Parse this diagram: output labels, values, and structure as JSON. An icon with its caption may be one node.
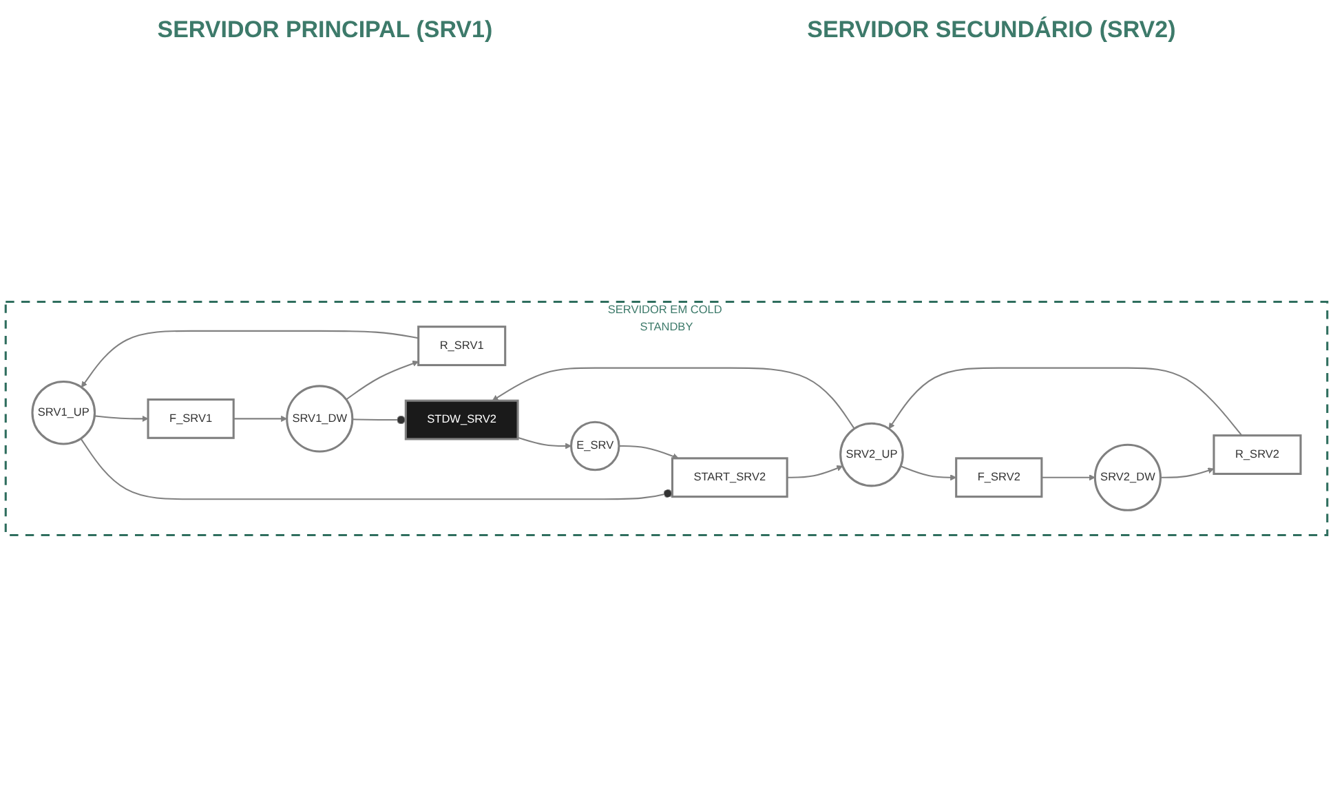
{
  "diagram": {
    "nodes": [
      {
        "text": [
          "SERVIDOR EM COLD STANDBY"
        ]
      },
      {
        "text": [
          "SRV1_UP"
        ],
        "in": 0
      },
      {
        "text": [
          "R_SRV1"
        ],
        "in": 0
      },
      {
        "text": [
          "F_SRV1"
        ],
        "in": 0
      },
      {
        "text": [
          "SRV1_DW"
        ],
        "in": 0
      },
      {
        "text": [
          "STDW_SRV2"
        ],
        "in": 0
      },
      {
        "text": [
          "SRV2_UP"
        ],
        "in": 0
      },
      {
        "text": [
          "START_SRV2"
        ],
        "in": 0
      },
      {
        "text": [
          "R_SRV2"
        ],
        "in": 0
      },
      {
        "text": [
          "F_SRV2"
        ],
        "in": 0
      },
      {
        "text": [
          "SRV2_DW"
        ],
        "in": 0
      },
      {
        "text": [
          "E_SRV"
        ],
        "in": 0
      }
    ],
    "edges": [
      {
        "from": 1,
        "to": 3,
        "arrow": "to"
      },
      {
        "from": 3,
        "to": 4,
        "arrow": "to"
      },
      {
        "from": 4,
        "to": 2,
        "arrow": "to"
      },
      {
        "from": 2,
        "to": 1,
        "arrow": "to"
      },
      {
        "from": 6,
        "to": 9,
        "arrow": "to"
      },
      {
        "from": 9,
        "to": 10,
        "arrow": "to"
      },
      {
        "from": 10,
        "to": 8,
        "arrow": "to"
      },
      {
        "from": 8,
        "to": 6,
        "arrow": "to"
      },
      {
        "from": 1,
        "to": 7,
        "arrow": "other"
      },
      {
        "from": 4,
        "to": 5,
        "arrow": "other"
      },
      {
        "from": 6,
        "to": 5,
        "arrow": "to"
      },
      {
        "from": 5,
        "to": 11,
        "arrow": "to"
      },
      {
        "from": 11,
        "to": 7,
        "arrow": "to"
      },
      {
        "from": 7,
        "to": 6,
        "arrow": "to"
      }
    ],
    "labels": [
      "SERVIDOR PRINCIPAL (SRV1)",
      "SERVIDOR SECUNDÁRIO (SRV2)"
    ]
  }
}
